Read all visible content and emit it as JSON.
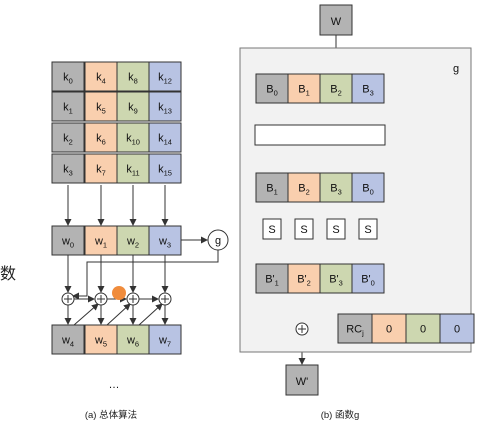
{
  "colors": {
    "gray": "#b3b3b3",
    "orange": "#f9cfae",
    "green": "#cdd7b0",
    "blue": "#b8c3e3",
    "white": "#ffffff",
    "panel": "#f2f2f2",
    "stroke": "#333333",
    "cursor": "#f08c3c"
  },
  "left": {
    "key_rows": [
      [
        {
          "b": "k",
          "s": "0"
        },
        {
          "b": "k",
          "s": "4"
        },
        {
          "b": "k",
          "s": "8"
        },
        {
          "b": "k",
          "s": "12"
        }
      ],
      [
        {
          "b": "k",
          "s": "1"
        },
        {
          "b": "k",
          "s": "5"
        },
        {
          "b": "k",
          "s": "9"
        },
        {
          "b": "k",
          "s": "13"
        }
      ],
      [
        {
          "b": "k",
          "s": "2"
        },
        {
          "b": "k",
          "s": "6"
        },
        {
          "b": "k",
          "s": "10"
        },
        {
          "b": "k",
          "s": "14"
        }
      ],
      [
        {
          "b": "k",
          "s": "3"
        },
        {
          "b": "k",
          "s": "7"
        },
        {
          "b": "k",
          "s": "11"
        },
        {
          "b": "k",
          "s": "15"
        }
      ]
    ],
    "w_row1": [
      {
        "b": "w",
        "s": "0"
      },
      {
        "b": "w",
        "s": "1"
      },
      {
        "b": "w",
        "s": "2"
      },
      {
        "b": "w",
        "s": "3"
      }
    ],
    "w_row2": [
      {
        "b": "w",
        "s": "4"
      },
      {
        "b": "w",
        "s": "5"
      },
      {
        "b": "w",
        "s": "6"
      },
      {
        "b": "w",
        "s": "7"
      }
    ],
    "g_label": "g",
    "xor_symbol": "+",
    "ellipsis": "…",
    "caption": "(a) 总体算法"
  },
  "right": {
    "w_in": "W",
    "panel_label": "g",
    "b_row1": [
      {
        "b": "B",
        "s": "0"
      },
      {
        "b": "B",
        "s": "1"
      },
      {
        "b": "B",
        "s": "2"
      },
      {
        "b": "B",
        "s": "3"
      }
    ],
    "b_row2": [
      {
        "b": "B",
        "s": "1"
      },
      {
        "b": "B",
        "s": "2"
      },
      {
        "b": "B",
        "s": "3"
      },
      {
        "b": "B",
        "s": "0"
      }
    ],
    "s_boxes": [
      "S",
      "S",
      "S",
      "S"
    ],
    "b_row3": [
      {
        "b": "B'",
        "s": "1"
      },
      {
        "b": "B'",
        "s": "2"
      },
      {
        "b": "B'",
        "s": "3"
      },
      {
        "b": "B'",
        "s": "0"
      }
    ],
    "rc": [
      {
        "b": "RC",
        "s": "j"
      },
      {
        "b": "0",
        "s": ""
      },
      {
        "b": "0",
        "s": ""
      },
      {
        "b": "0",
        "s": ""
      }
    ],
    "xor_symbol": "+",
    "w_out": "W'",
    "caption": "(b) 函数g"
  },
  "edge_fragment": "数"
}
